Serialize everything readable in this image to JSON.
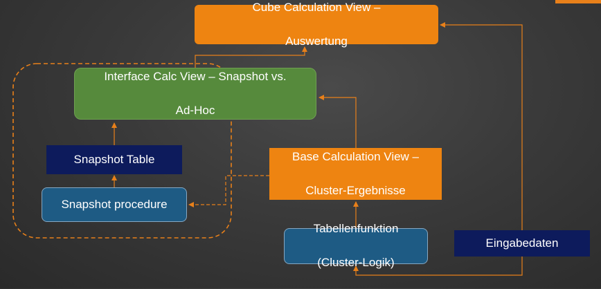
{
  "nodes": {
    "cube": {
      "line1": "Cube Calculation View –",
      "line2": "Auswertung"
    },
    "interface": {
      "line1": "Interface Calc View – Snapshot vs.",
      "line2": "Ad-Hoc"
    },
    "snapshot_table": {
      "label": "Snapshot Table"
    },
    "snapshot_procedure": {
      "label": "Snapshot procedure"
    },
    "base": {
      "line1": "Base Calculation View –",
      "line2": "Cluster-Ergebnisse"
    },
    "tabellenfunktion": {
      "line1": "Tabellenfunktion",
      "line2": "(Cluster-Logik)"
    },
    "eingabedaten": {
      "label": "Eingabedaten"
    }
  },
  "colors": {
    "orange": "#ee8411",
    "green": "#568a3c",
    "navy": "#0d1b5c",
    "teal": "#1e5b84",
    "connector": "#e8801a",
    "background": "#3a3a3a"
  }
}
